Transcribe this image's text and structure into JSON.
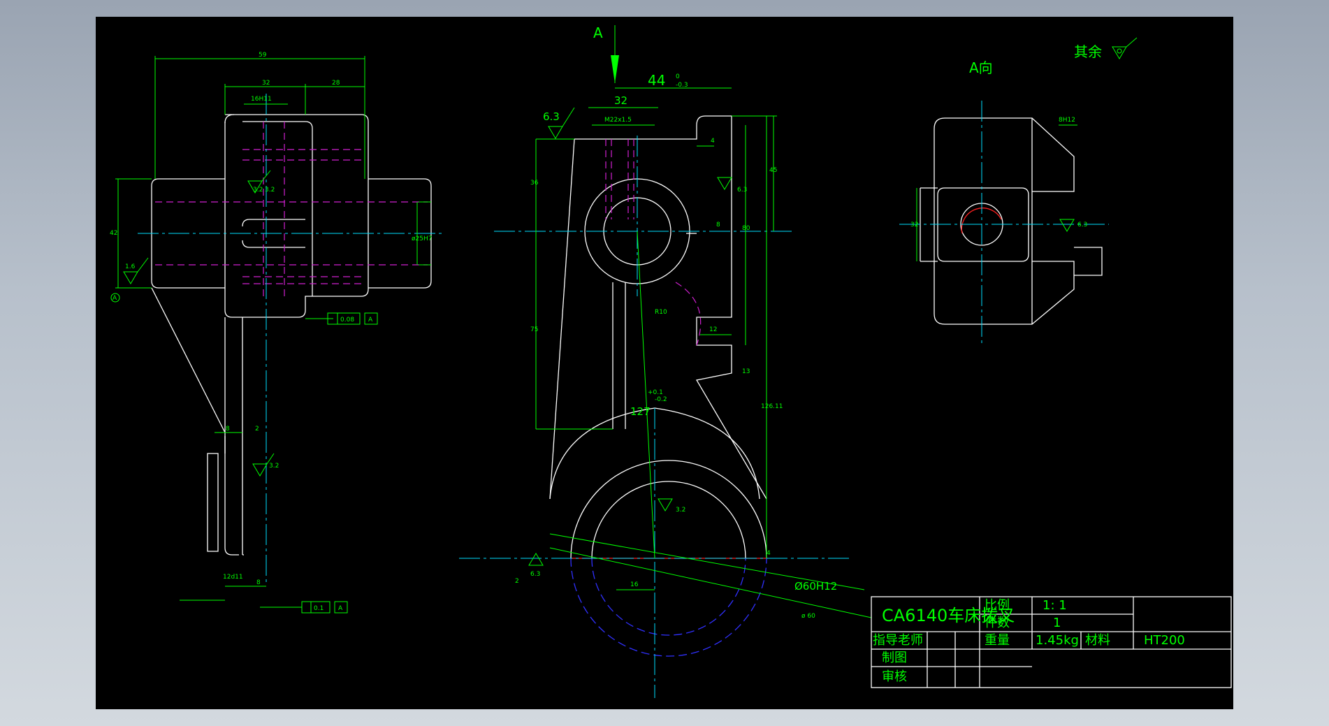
{
  "drawing": {
    "view_label_a": "A",
    "view_title_a": "A向",
    "surface_note": "其余",
    "dims_left": {
      "d59": "59",
      "d32": "32",
      "d28": "28",
      "d16h11": "16H11",
      "d42": "42",
      "d25h7": "ø25H7",
      "rough_16": "1.6",
      "rough_32a": "3.2",
      "rough_32b": "3.2",
      "rough_32c": "3.2",
      "datum_a": "A",
      "tol_perp_1": "0.08",
      "tol_perp_2": "0.1",
      "datum_ref_1": "A",
      "datum_ref_2": "A",
      "d8a": "8",
      "d2": "2",
      "d8b": "8",
      "d12d11": "12d11"
    },
    "dims_main": {
      "d44": "44",
      "d44_tol": "0",
      "d44_tol2": "-0.3",
      "d32": "32",
      "m22": "M22x1.5",
      "rough_63a": "6.3",
      "rough_63b": "6.3",
      "rough_63c": "6.3",
      "rough_32": "3.2",
      "d36": "36",
      "d45": "45",
      "d4": "4",
      "d8": "8",
      "d80": "80",
      "d75": "75",
      "d12": "12",
      "d13": "13",
      "d126": "126.11",
      "r10": "R10",
      "d127": "127",
      "d127_tol": "+0.1",
      "d127_tol2": "-0.2",
      "d16": "16",
      "d2": "2",
      "d4b": "4",
      "d60h12": "Ø60H12",
      "d60": "ø 60"
    },
    "dims_right": {
      "d8h12": "8H12",
      "d32": "32",
      "rough_63": "6.3"
    }
  },
  "title_block": {
    "title": "CA6140车床拨叉",
    "scale_label": "比例",
    "scale_value": "1: 1",
    "qty_label": "件数",
    "qty_value": "1",
    "teacher_label": "指导老师",
    "drawn_label": "制图",
    "review_label": "审核",
    "weight_label": "重量",
    "weight_value": "1.45kg",
    "material_label": "材料",
    "material_value": "HT200"
  }
}
